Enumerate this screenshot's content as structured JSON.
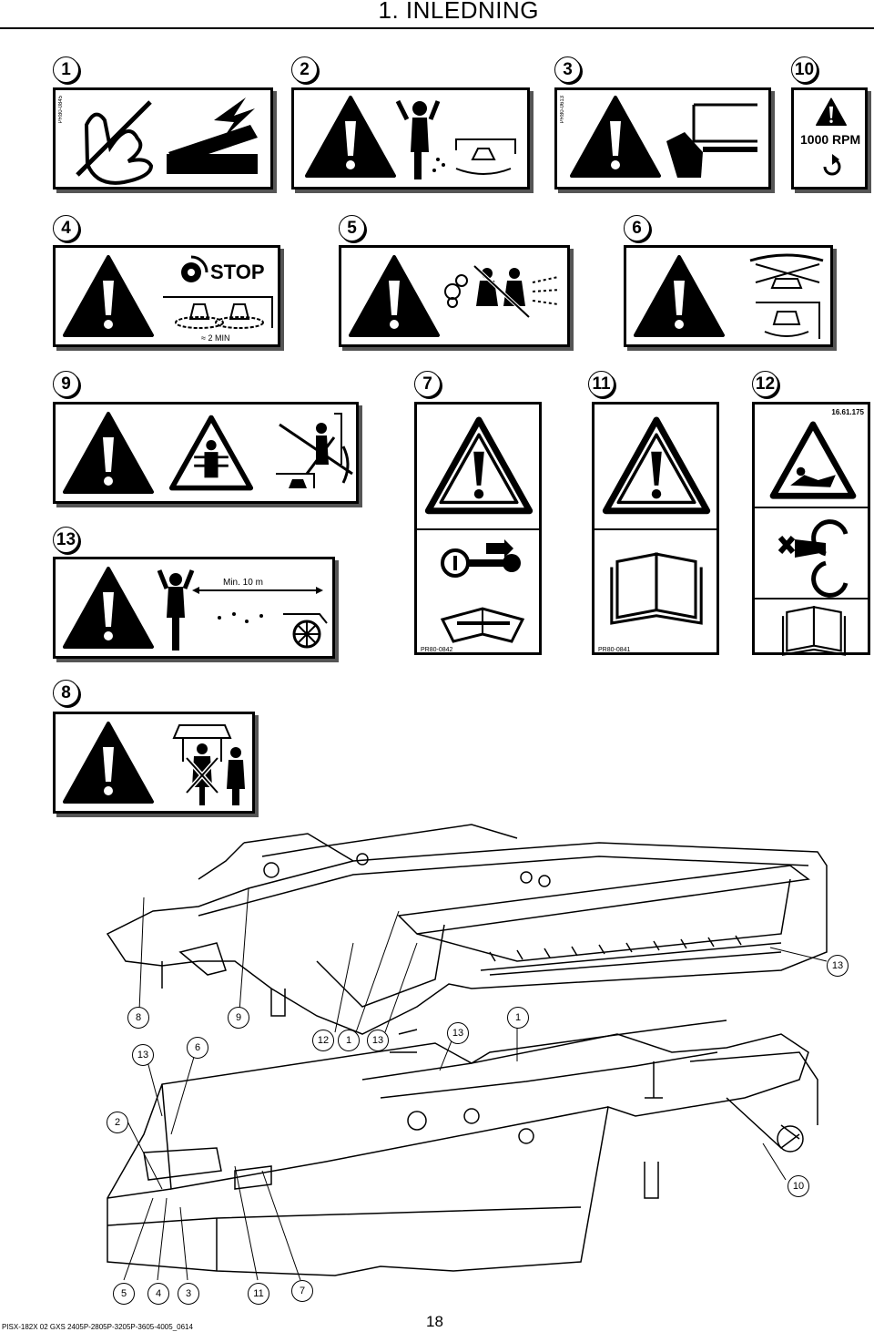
{
  "header": {
    "title": "1. INLEDNING"
  },
  "labels": {
    "n1": "1",
    "n2": "2",
    "n3": "3",
    "n10": "10",
    "n4": "4",
    "n5": "5",
    "n6": "6",
    "n9": "9",
    "n7": "7",
    "n11": "11",
    "n12": "12",
    "n13": "13",
    "n8": "8"
  },
  "decal_codes": {
    "d1": "PR80-0845",
    "d3": "PR80-0613",
    "d7": "PR80-0842",
    "d11": "PR80-0841",
    "d12": "16.61.175"
  },
  "decal_text": {
    "rpm": "1000 RPM",
    "stop": "STOP",
    "minutes": "2 MIN",
    "distance": "Min. 10 m"
  },
  "callouts": {
    "c13a": "13",
    "c8": "8",
    "c9": "9",
    "c1a": "1",
    "c13b": "13",
    "c6": "6",
    "c12": "12",
    "c1b": "1",
    "c13c": "13",
    "c13d": "13",
    "c2": "2",
    "c10": "10",
    "c5": "5",
    "c4": "4",
    "c3": "3",
    "c11": "11",
    "c7": "7"
  },
  "footer": {
    "doc_ref": "PISX-182X 02 GXS 2405P-2805P-3205P-3605-4005_0614",
    "page_number": "18"
  }
}
